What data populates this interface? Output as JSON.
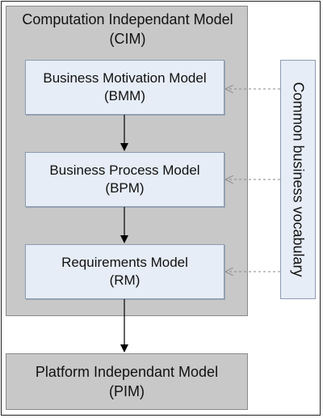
{
  "cim": {
    "line1": "Computation Independant Model",
    "line2": "(CIM)"
  },
  "boxes": {
    "bmm": {
      "line1": "Business Motivation Model",
      "line2": "(BMM)"
    },
    "bpm": {
      "line1": "Business Process Model",
      "line2": "(BPM)"
    },
    "rm": {
      "line1": "Requirements Model",
      "line2": "(RM)"
    }
  },
  "pim": {
    "line1": "Platform Independant Model",
    "line2": "(PIM)"
  },
  "vocabulary": {
    "label": "Common business vocabulary"
  },
  "colors": {
    "container_fill": "#c8c8c8",
    "box_fill": "#e6edf6",
    "box_border": "#8d9bb0",
    "arrow": "#000000",
    "dashed_arrow": "#888888"
  }
}
